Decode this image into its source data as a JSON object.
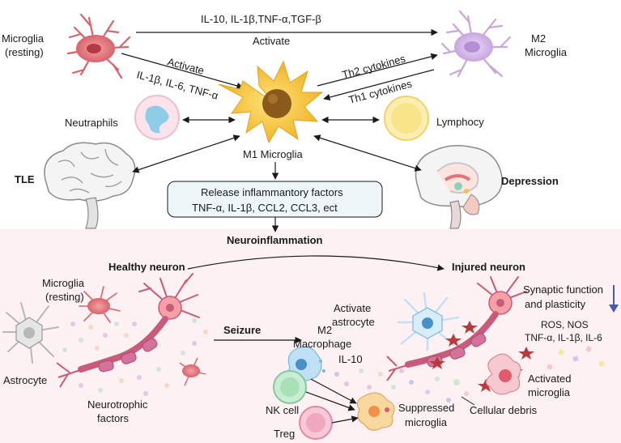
{
  "diagram": {
    "top": {
      "microglia_resting_l1": "Microglia",
      "microglia_resting_l2": "(resting)",
      "m2_l1": "M2",
      "m2_l2": "Microglia",
      "top_cytokines": "IL-10, IL-1β,TNF-α,TGF-β",
      "top_activate": "Activate",
      "activate_diag": "Activate",
      "activate_diag_cyto": "IL-1β, IL-6, TNF-α",
      "th2": "Th2 cytokines",
      "th1": "Th1 cytokines",
      "neutrophils": "Neutraphils",
      "lymphocy": "Lymphocy",
      "m1": "M1 Microglia",
      "tle": "TLE",
      "depression": "Depression",
      "release_l1": "Release inflammantory factors",
      "release_l2": "TNF-α, IL-1β, CCL2, CCL3, ect"
    },
    "bottom": {
      "neuroinflammation": "Neuroinflammation",
      "healthy_neuron": "Healthy neuron",
      "injured_neuron": "Injured neuron",
      "microglia_resting_l1": "Microglia",
      "microglia_resting_l2": "(resting)",
      "astrocyte": "Astrocyte",
      "neurotrophic_l1": "Neurotrophic",
      "neurotrophic_l2": "factors",
      "seizure": "Seizure",
      "m2_macrophage_l1": "M2",
      "m2_macrophage_l2": "Macrophage",
      "il10": "IL-10",
      "activate_astrocyte_l1": "Activate",
      "activate_astrocyte_l2": "astrocyte",
      "synaptic_l1": "Synaptic function",
      "synaptic_l2": "and plasticity",
      "ros_nos": "ROS, NOS",
      "tnf_il": "TNF-α, IL-1β, IL-6",
      "activated_microglia_l1": "Activated",
      "activated_microglia_l2": "microglia",
      "nk_cell": "NK cell",
      "suppressed_l1": "Suppressed",
      "suppressed_l2": "microglia",
      "cellular_debris": "Cellular debris",
      "treg": "Treg"
    },
    "colors": {
      "bottom_panel_bg": "#fdf1f3",
      "microglia_red": "#d9636b",
      "m2_purple": "#c8a6e0",
      "m1_yellow": "#f2c23c",
      "neuron_pink": "#c85a7c",
      "astrocyte_blue": "#bfe0f5",
      "arrow_down_blue": "#4a5aa8"
    }
  }
}
